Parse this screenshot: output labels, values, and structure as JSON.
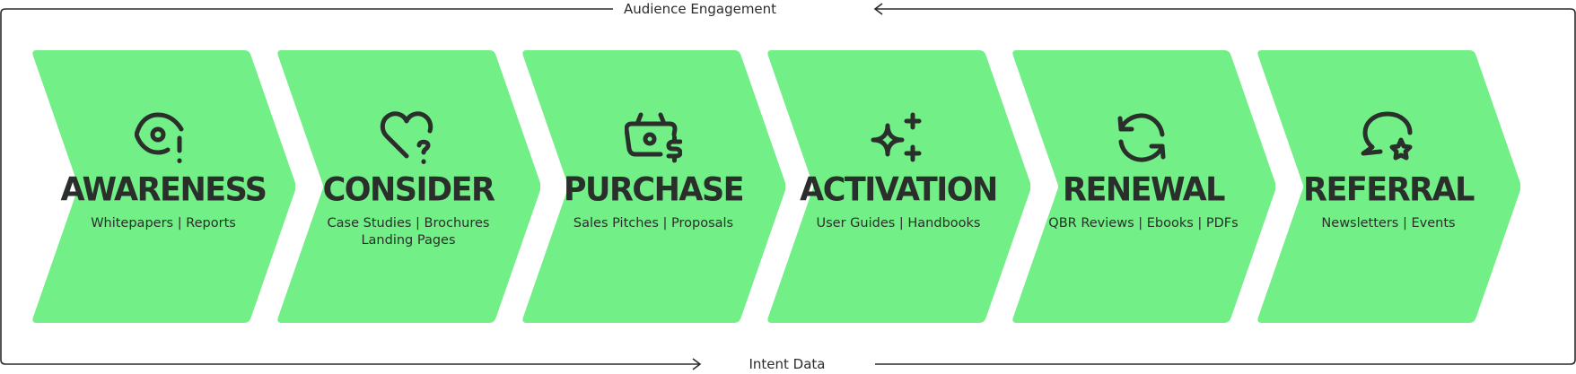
{
  "frame": {
    "top_label": "Audience Engagement",
    "bottom_label": "Intent Data",
    "line_color": "#2b2b2b"
  },
  "colors": {
    "chevron_fill": "#72ef87",
    "text": "#2a2f2b"
  },
  "stages": [
    {
      "title": "AWARENESS",
      "lines": [
        "Whitepapers | Reports"
      ],
      "icon": "eye-alert-icon"
    },
    {
      "title": "CONSIDER",
      "lines": [
        "Case Studies | Brochures",
        "Landing Pages"
      ],
      "icon": "heart-question-icon"
    },
    {
      "title": "PURCHASE",
      "lines": [
        "Sales Pitches | Proposals"
      ],
      "icon": "basket-dollar-icon"
    },
    {
      "title": "ACTIVATION",
      "lines": [
        "User Guides | Handbooks"
      ],
      "icon": "sparkles-icon"
    },
    {
      "title": "RENEWAL",
      "lines": [
        "QBR Reviews | Ebooks | PDFs"
      ],
      "icon": "refresh-icon"
    },
    {
      "title": "REFERRAL",
      "lines": [
        "Newsletters | Events"
      ],
      "icon": "message-star-icon"
    }
  ]
}
